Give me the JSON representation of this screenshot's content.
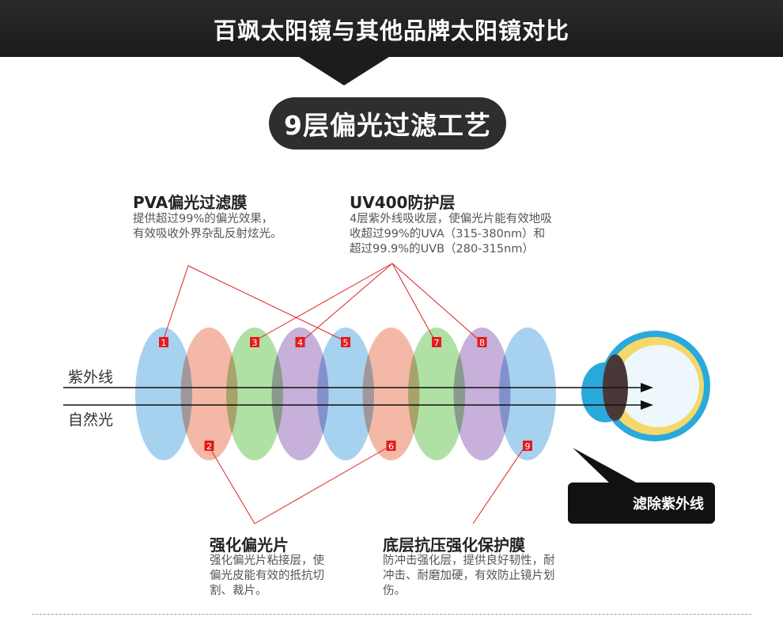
{
  "banner": {
    "title": "百飒太阳镜与其他品牌太阳镜对比"
  },
  "pill": {
    "label": "9层偏光过滤工艺"
  },
  "features": {
    "pva": {
      "title": "PVA偏光过滤膜",
      "lines": [
        "提供超过99%的偏光效果，",
        "有效吸收外界杂乱反射炫光。"
      ]
    },
    "uv400": {
      "title": "UV400防护层",
      "lines": [
        "4层紫外线吸收层，使偏光片能有效地吸",
        "收超过99%的UVA（315-380nm）和",
        "超过99.9%的UVB（280-315nm）"
      ]
    },
    "reinforce": {
      "title": "强化偏光片",
      "lines": [
        "强化偏光片粘接层，使",
        "偏光皮能有效的抵抗切",
        "割、裁片。"
      ]
    },
    "base": {
      "title": "底层抗压强化保护膜",
      "lines": [
        "防冲击强化层，提供良好韧性，耐",
        "冲击、耐磨加硬，有效防止镜片划",
        "伤。"
      ]
    }
  },
  "rays": {
    "uv": "紫外线",
    "natural": "自然光"
  },
  "output_label": "滤除紫外线",
  "layers": [
    {
      "num": "1",
      "color": "#8ec5ea"
    },
    {
      "num": "2",
      "color": "#f1a48e"
    },
    {
      "num": "3",
      "color": "#9ad88a"
    },
    {
      "num": "4",
      "color": "#b79ad0"
    },
    {
      "num": "5",
      "color": "#8ec5ea"
    },
    {
      "num": "6",
      "color": "#f1a48e"
    },
    {
      "num": "7",
      "color": "#9ad88a"
    },
    {
      "num": "8",
      "color": "#b79ad0"
    },
    {
      "num": "9",
      "color": "#8ec5ea"
    }
  ],
  "colors": {
    "connector": "#e02020",
    "badge": "#e21c1c",
    "eye_outer": "#2aa9dc",
    "eye_ring": "#f4d86a",
    "iris": "#4a3838"
  }
}
